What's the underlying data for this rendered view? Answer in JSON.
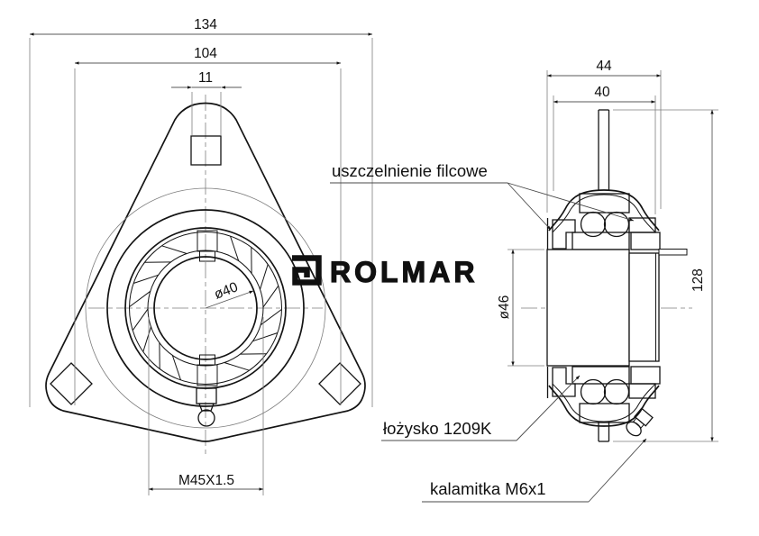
{
  "logo": {
    "text": "ROLMAR",
    "icon": "rolmar-square-spiral-mark",
    "color": "#101010"
  },
  "front_view": {
    "dimensions": {
      "overall_width": "134",
      "bolt_spacing": "104",
      "slot_width": "11",
      "thread": "M45X1.5",
      "bore_diameter": "ø40"
    }
  },
  "side_view": {
    "dimensions": {
      "overall_depth": "44",
      "housing_depth": "40",
      "overall_height": "128",
      "sleeve_diameter": "ø46"
    }
  },
  "callouts": {
    "felt_seal": "uszczelnienie filcowe",
    "bearing": "łożysko 1209K",
    "grease_nipple": "kalamitka M6x1"
  },
  "colors": {
    "line": "#141414",
    "thin_line": "#7e7e7e",
    "background": "#ffffff"
  }
}
